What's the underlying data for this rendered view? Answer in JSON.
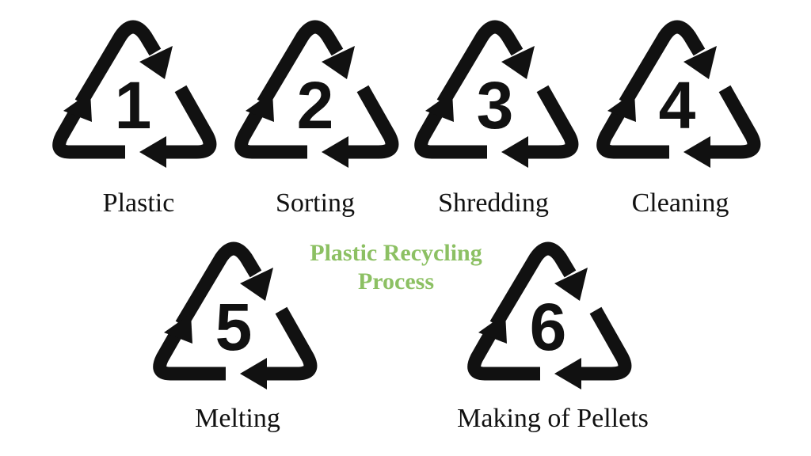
{
  "title": {
    "line1": "Plastic Recycling",
    "line2": "Process",
    "color": "#8cc063"
  },
  "steps": [
    {
      "number": "1",
      "label": "Plastic",
      "icon": "recycling-triangle-icon"
    },
    {
      "number": "2",
      "label": "Sorting",
      "icon": "recycling-triangle-icon"
    },
    {
      "number": "3",
      "label": "Shredding",
      "icon": "recycling-triangle-icon"
    },
    {
      "number": "4",
      "label": "Cleaning",
      "icon": "recycling-triangle-icon"
    },
    {
      "number": "5",
      "label": "Melting",
      "icon": "recycling-triangle-icon"
    },
    {
      "number": "6",
      "label": "Making of Pellets",
      "icon": "recycling-triangle-icon"
    }
  ],
  "colors": {
    "symbol": "#111111",
    "text": "#111111",
    "background": "#ffffff"
  }
}
